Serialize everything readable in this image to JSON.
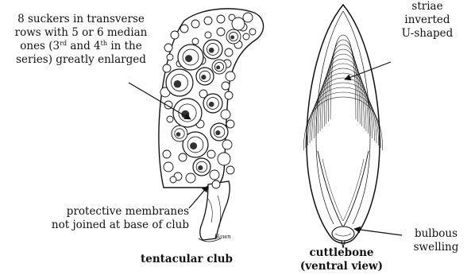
{
  "labels": {
    "suckers": {
      "line1": "8 suckers in transverse",
      "line2": "rows with 5 or 6 median",
      "line3_pre": "ones (3",
      "line3_sup1": "rd",
      "line3_mid": " and 4",
      "line3_sup2": "th",
      "line3_post": " in the",
      "line4": "series) greatly enlarged"
    },
    "membranes": {
      "line1": "protective membranes",
      "line2": "not joined at base of club"
    },
    "striae": {
      "line1": "striae",
      "line2": "inverted",
      "line3": "U-shaped"
    },
    "swelling": {
      "line1": "bulbous",
      "line2": "swelling"
    }
  },
  "captions": {
    "club": "tentacular club",
    "cuttlebone_line1": "cuttlebone",
    "cuttlebone_line2": "(ventral view)"
  },
  "artist_signature": "Hawn",
  "colors": {
    "ink": "#111111",
    "paper": "#ffffff"
  }
}
